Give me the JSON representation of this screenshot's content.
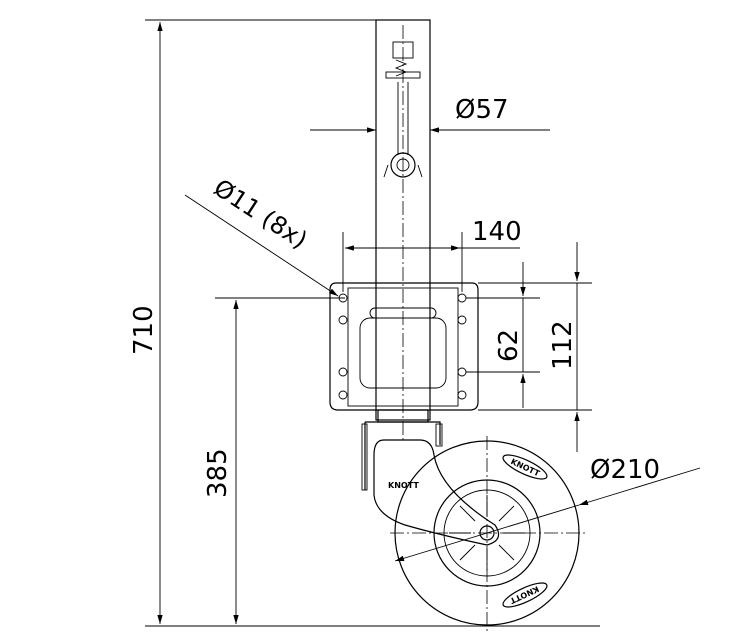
{
  "drawing": {
    "dimensions": {
      "overall_height": "710",
      "mount_height": "385",
      "tube_diameter": "Ø57",
      "hole_diameter": "Ø11 (8x)",
      "plate_width": "140",
      "hole_spacing": "62",
      "plate_height": "112",
      "wheel_diameter": "Ø210"
    },
    "brand": "KNOTT"
  }
}
